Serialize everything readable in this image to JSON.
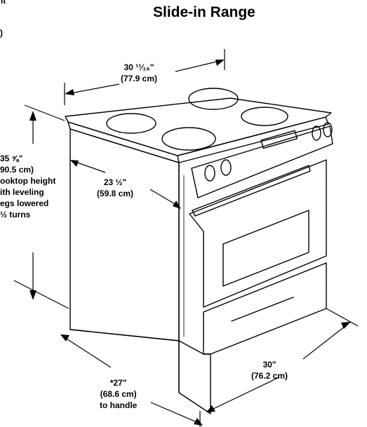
{
  "title": "Slide-in Range",
  "fragments": {
    "top_left_1": "it",
    "top_left_2": ")"
  },
  "dimensions": {
    "width_top": {
      "line1": "30 ¹¹⁄₁₆\"",
      "line2": "(77.9 cm)"
    },
    "depth_side": {
      "line1": "23 ½\"",
      "line2": "(59.8 cm)"
    },
    "height": {
      "line1": "35 ⅝\"",
      "line2": "90.5 cm)",
      "line3": "ooktop height",
      "line4": "ith leveling",
      "line5": "egs lowered",
      "line6": "½ turns"
    },
    "depth_bottom": {
      "line1": "*27\"",
      "line2": "(68.6 cm)",
      "line3": "to handle"
    },
    "width_bottom": {
      "line1": "30\"",
      "line2": "(76.2 cm)"
    }
  }
}
